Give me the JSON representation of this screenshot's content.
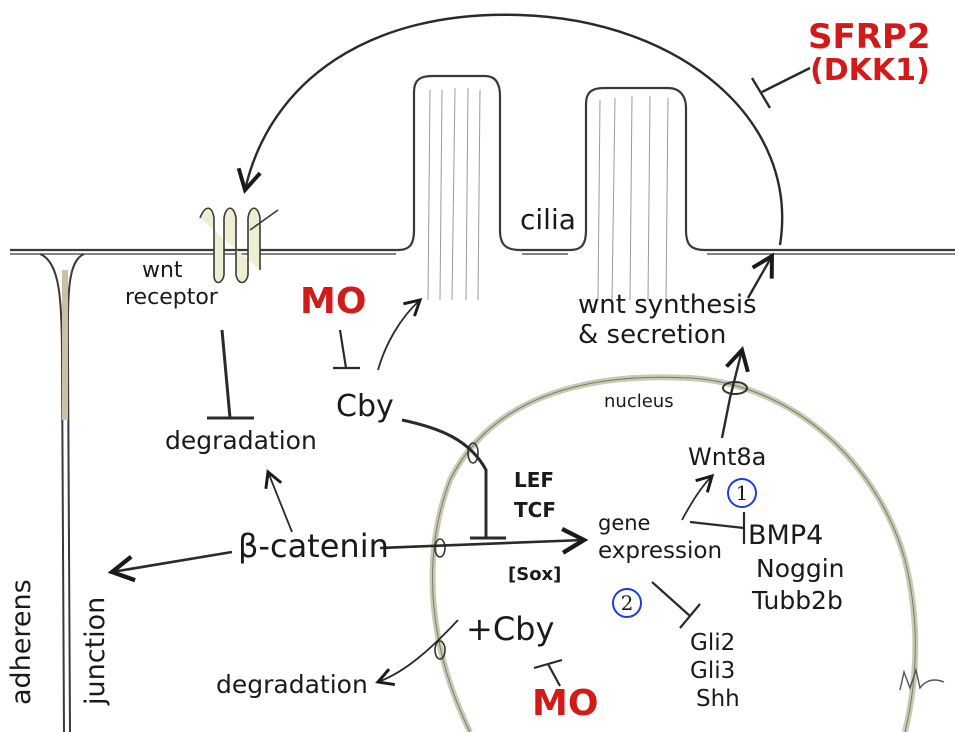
{
  "labels": {
    "sfrp2": "SFRP2",
    "dkk1": "(DKK1)",
    "cilia": "cilia",
    "wnt_receptor_line1": "wnt",
    "wnt_receptor_line2": "receptor",
    "mo_top": "MO",
    "cby_top": "Cby",
    "degradation_top": "degradation",
    "wnt_synthesis_line1": "wnt synthesis",
    "wnt_synthesis_line2": "& secretion",
    "nucleus": "nucleus",
    "wnt8a": "Wnt8a",
    "lef": "LEF",
    "tcf": "TCF",
    "sox": "[Sox]",
    "gene_line1": "gene",
    "gene_line2": "expression",
    "bmp4": "BMP4",
    "noggin": "Noggin",
    "tubb2b": "Tubb2b",
    "beta_catenin": "β-catenin",
    "adherens": "adherens",
    "junction": "junction",
    "plus_cby": "+Cby",
    "degradation_bottom": "degradation",
    "mo_bottom": "MO",
    "gli2": "Gli2",
    "gli3": "Gli3",
    "shh": "Shh",
    "badge1": "1",
    "badge2": "2",
    "signature": "MC"
  },
  "colors": {
    "ink": "#1a1a1a",
    "red": "#d31a1a",
    "badge_blue": "#1a3fd6",
    "nucleus_fill": "#c9c9b4",
    "receptor_fill": "#eeeed2"
  }
}
